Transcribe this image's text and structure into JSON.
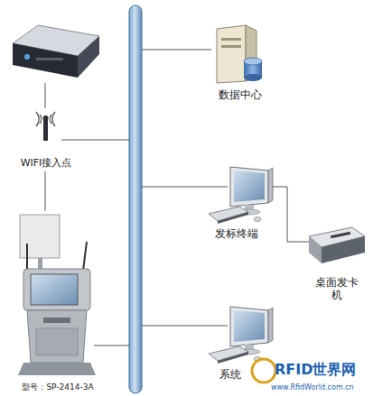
{
  "diagram": {
    "nodes": [
      {
        "text": [
          "数据中心"
        ]
      },
      {
        "text": [
          "WIFI接入点"
        ]
      },
      {
        "text": [
          "发标终端"
        ]
      },
      {
        "text": [
          "桌面发卡机"
        ]
      },
      {
        "text": [
          "系统"
        ]
      },
      {
        "text": [
          "型号：SP-2414-3A"
        ]
      }
    ],
    "edges": [
      {
        "from": 1,
        "to": 5,
        "arrow": "none"
      },
      {
        "from": 2,
        "to": 3,
        "arrow": "none"
      }
    ],
    "labels": [
      "RFID世界网",
      "www.RfidWorld.com.cn"
    ]
  }
}
